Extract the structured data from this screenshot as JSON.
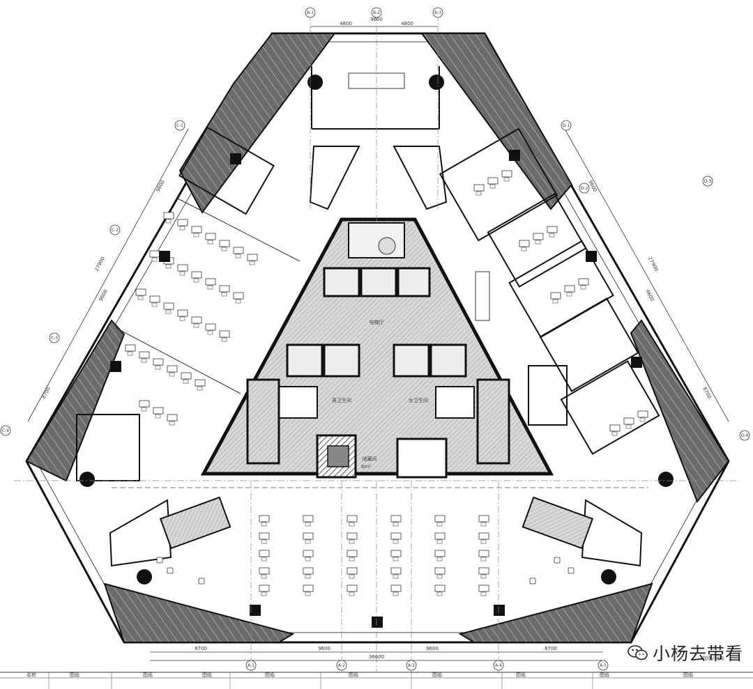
{
  "drawing": {
    "dimensions": {
      "top": [
        "4800",
        "9600",
        "4800"
      ],
      "bottom": [
        "8700",
        "9600",
        "9600",
        "8700"
      ],
      "bottom_total": "36600",
      "left_segments": [
        "9600",
        "9600",
        "8700"
      ],
      "left_total": "27900",
      "right_segments": [
        "9600",
        "9600",
        "8700"
      ],
      "right_total": "27900"
    },
    "grid_labels": {
      "top": [
        "B-1",
        "B-2",
        "B-3"
      ],
      "bottom": [
        "A-1",
        "A-2",
        "A-3",
        "A-4",
        "A-5"
      ],
      "left": [
        "C-1",
        "C-2",
        "C-3",
        "C-4"
      ],
      "right": [
        "D-1",
        "D-2",
        "D-3",
        "D-4"
      ]
    },
    "room_labels": {
      "core_lobby": "电梯厅",
      "washroom_left": "男卫生间",
      "washroom_right": "女卫生间",
      "storage": "储藏间",
      "storage_sub": "6m²"
    },
    "title_block": [
      "名称",
      "图纸",
      "图纸",
      "图纸",
      "图纸",
      "图纸",
      "图纸",
      "图纸",
      "图纸",
      "图纸"
    ],
    "title_block_right": "加强/弱电"
  },
  "watermark": {
    "text": "小杨去带看",
    "icon": "wechat-icon"
  }
}
